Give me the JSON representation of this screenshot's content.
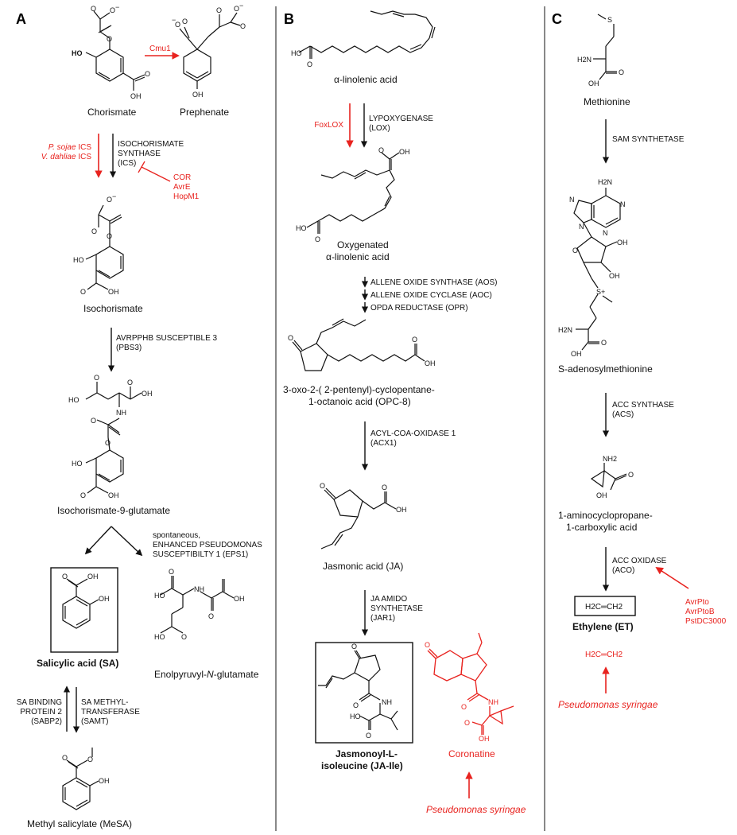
{
  "panels": {
    "a": {
      "label": "A",
      "chorismate": "Chorismate",
      "prephenate": "Prephenate",
      "cmu1": "Cmu1",
      "ics_enzyme": [
        "ISOCHORISMATE",
        "SYNTHASE",
        "(ICS)"
      ],
      "psojae": "P. sojae",
      "vdahliae": "V. dahliae",
      "ics_suffix": " ICS",
      "inhibitors": [
        "COR",
        "AvrE",
        "HopM1"
      ],
      "isochorismate": "Isochorismate",
      "pbs3": [
        "AVRPPHB SUSCEPTIBLE 3",
        "(PBS3)"
      ],
      "iso9glu": "Isochorismate-9-glutamate",
      "eps1": [
        "spontaneous,",
        "ENHANCED PSEUDOMONAS",
        "SUSCEPTIBILTY 1 (EPS1)"
      ],
      "sa": "Salicylic acid (SA)",
      "enolpyruvyl_pre": "Enolpyruvyl-",
      "enolpyruvyl_n": "N",
      "enolpyruvyl_post": "-glutamate",
      "sabp2": [
        "SA BINDING",
        "PROTEIN 2",
        "(SABP2)"
      ],
      "samt": [
        "SA METHYL-",
        "TRANSFERASE",
        "(SAMT)"
      ],
      "mesa": "Methyl salicylate (MeSA)"
    },
    "b": {
      "label": "B",
      "ala": "α-linolenic acid",
      "foxlox": "FoxLOX",
      "lox": [
        "LYPOXYGENASE",
        "(LOX)"
      ],
      "oxy": [
        "Oxygenated",
        "α-linolenic acid"
      ],
      "steps": [
        "ALLENE OXIDE SYNTHASE (AOS)",
        "ALLENE OXIDE CYCLASE (AOC)",
        "OPDA REDUCTASE (OPR)"
      ],
      "opc8": [
        "3-oxo-2-( 2-pentenyl)-cyclopentane-",
        "1-octanoic acid (OPC-8)"
      ],
      "acx1": [
        "ACYL-COA-OXIDASE 1",
        "(ACX1)"
      ],
      "ja": "Jasmonic acid (JA)",
      "jar1": [
        "JA AMIDO",
        "SYNTHETASE",
        "(JAR1)"
      ],
      "jaile": [
        "Jasmonoyl-L-",
        "isoleucine (JA-Ile)"
      ],
      "coronatine": "Coronatine",
      "pseudomonas": "Pseudomonas syringae"
    },
    "c": {
      "label": "C",
      "methionine": "Methionine",
      "sam_synthetase": "SAM SYNTHETASE",
      "sam": "S-adenosylmethionine",
      "acs": [
        "ACC SYNTHASE",
        "(ACS)"
      ],
      "acc": [
        "1-aminocyclopropane-",
        "1-carboxylic acid"
      ],
      "aco": [
        "ACC OXIDASE",
        "(ACO)"
      ],
      "effectors": [
        "AvrPto",
        "AvrPtoB",
        "PstDC3000"
      ],
      "ethylene": "Ethylene (ET)",
      "pseudomonas": "Pseudomonas syringae"
    }
  },
  "atoms": {
    "o_minus": "O",
    "minus": "−",
    "o": "O",
    "oh": "OH",
    "ho": "HO",
    "nh": "NH",
    "hn": "N",
    "h2n": "H2N",
    "nh2": "NH2",
    "s": "S",
    "s_plus": "S+",
    "n": "N",
    "h": "H",
    "ethylene": "H2C═CH2"
  },
  "colors": {
    "accent": "#e8231f",
    "ink": "#111111"
  }
}
